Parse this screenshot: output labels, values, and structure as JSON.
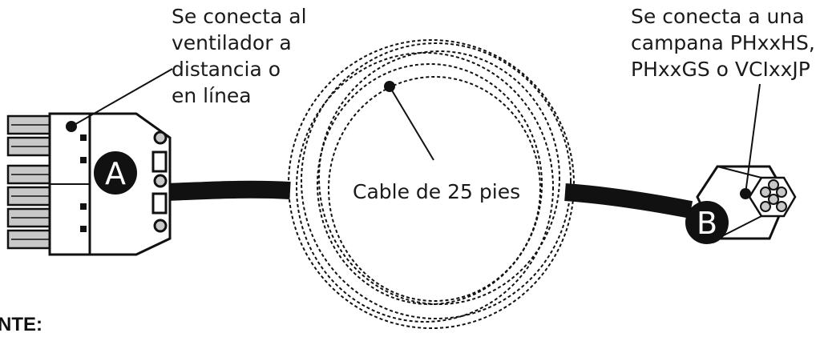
{
  "diagram": {
    "left_callout": [
      "Se conecta al",
      "ventilador a",
      "distancia o",
      "en línea"
    ],
    "right_callout": [
      "Se conecta a una",
      "campana PHxxHS,",
      "PHxxGS o VCIxxJP"
    ],
    "cable_label": "Cable de 25 pies",
    "badge_a": "A",
    "badge_b": "B",
    "bottom_heading": "NTE:"
  },
  "colors": {
    "ink": "#111111",
    "connector_gray": "#c8c8c8",
    "background": "#ffffff"
  },
  "icons": {
    "connector_a": "multi-pin-plug",
    "connector_b": "hex-socket",
    "cable": "coiled-cable"
  }
}
